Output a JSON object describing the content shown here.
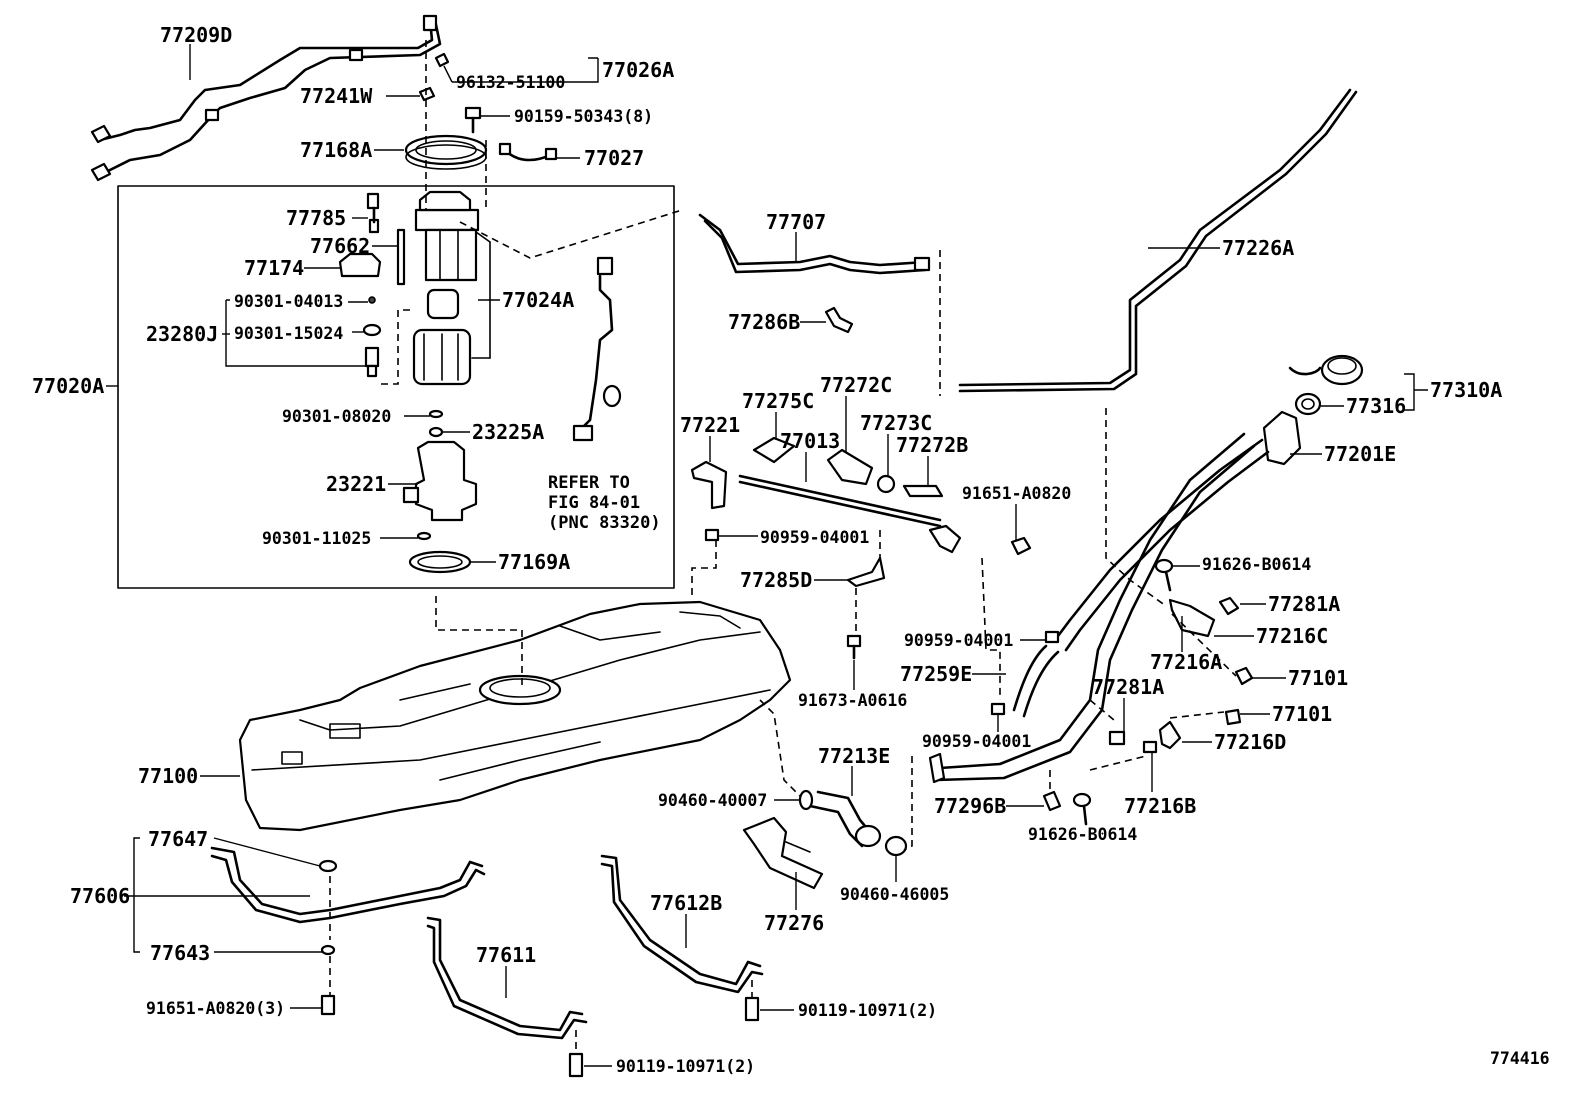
{
  "diagram": {
    "figure_number": "774416",
    "reference_note": {
      "line1": "REFER TO",
      "line2": "FIG 84-01",
      "line3": "(PNC 83320)"
    },
    "labels": {
      "p77209D": "77209D",
      "p96132_51100": "96132-51100",
      "p77026A": "77026A",
      "p77241W": "77241W",
      "p90159_50343": "90159-50343(8)",
      "p77168A": "77168A",
      "p77027": "77027",
      "p77785": "77785",
      "p77662": "77662",
      "p77174": "77174",
      "p90301_04013": "90301-04013",
      "p23280J": "23280J",
      "p90301_15024": "90301-15024",
      "p77024A": "77024A",
      "p77020A": "77020A",
      "p90301_08020": "90301-08020",
      "p23225A": "23225A",
      "p23221": "23221",
      "p90301_11025": "90301-11025",
      "p77169A": "77169A",
      "p77707": "77707",
      "p77226A": "77226A",
      "p77286B": "77286B",
      "p77275C": "77275C",
      "p77272C": "77272C",
      "p77221": "77221",
      "p77013": "77013",
      "p77273C": "77273C",
      "p77272B": "77272B",
      "p77310A": "77310A",
      "p77316": "77316",
      "p77201E": "77201E",
      "p91651_A0820": "91651-A0820",
      "p90959_04001_a": "90959-04001",
      "p77285D": "77285D",
      "p91626_B0614_a": "91626-B0614",
      "p77281A_a": "77281A",
      "p77216C": "77216C",
      "p90959_04001_b": "90959-04001",
      "p77216A": "77216A",
      "p77259E": "77259E",
      "p77101_a": "77101",
      "p91673_A0616": "91673-A0616",
      "p77281A_b": "77281A",
      "p77101_b": "77101",
      "p90959_04001_c": "90959-04001",
      "p77216D": "77216D",
      "p77213E": "77213E",
      "p77100": "77100",
      "p90460_40007": "90460-40007",
      "p77296B": "77296B",
      "p77216B": "77216B",
      "p91626_B0614_b": "91626-B0614",
      "p77647": "77647",
      "p90460_46005": "90460-46005",
      "p77606": "77606",
      "p77612B": "77612B",
      "p77276": "77276",
      "p77643": "77643",
      "p77611": "77611",
      "p91651_A0820_3": "91651-A0820(3)",
      "p90119_10971_a": "90119-10971(2)",
      "p90119_10971_b": "90119-10971(2)"
    }
  }
}
